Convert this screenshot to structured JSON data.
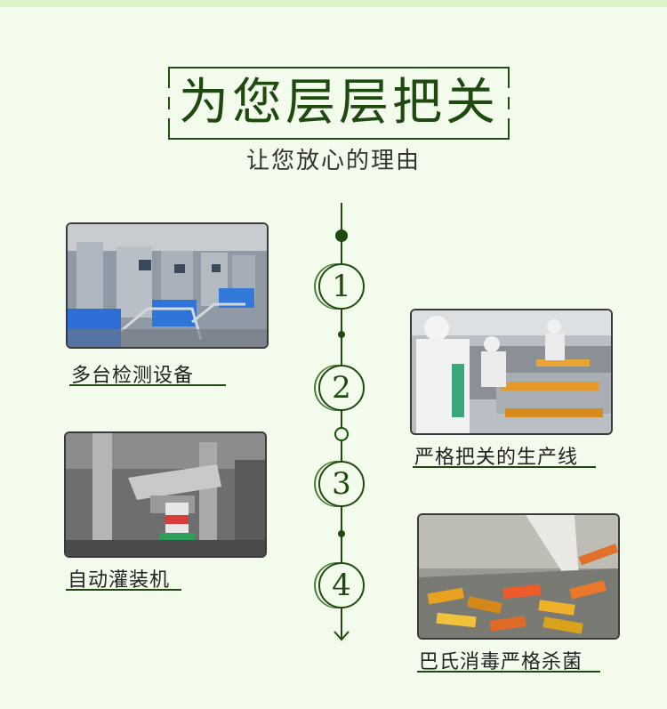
{
  "header": {
    "title": "为您层层把关",
    "subtitle": "让您放心的理由"
  },
  "steps": [
    {
      "number": "1",
      "caption": "多台检测设备"
    },
    {
      "number": "2",
      "caption": "严格把关的生产线"
    },
    {
      "number": "3",
      "caption": "自动灌装机"
    },
    {
      "number": "4",
      "caption": "巴氏消毒严格杀菌"
    }
  ],
  "colors": {
    "background": "#f3fbec",
    "accent": "#1e4a10"
  }
}
